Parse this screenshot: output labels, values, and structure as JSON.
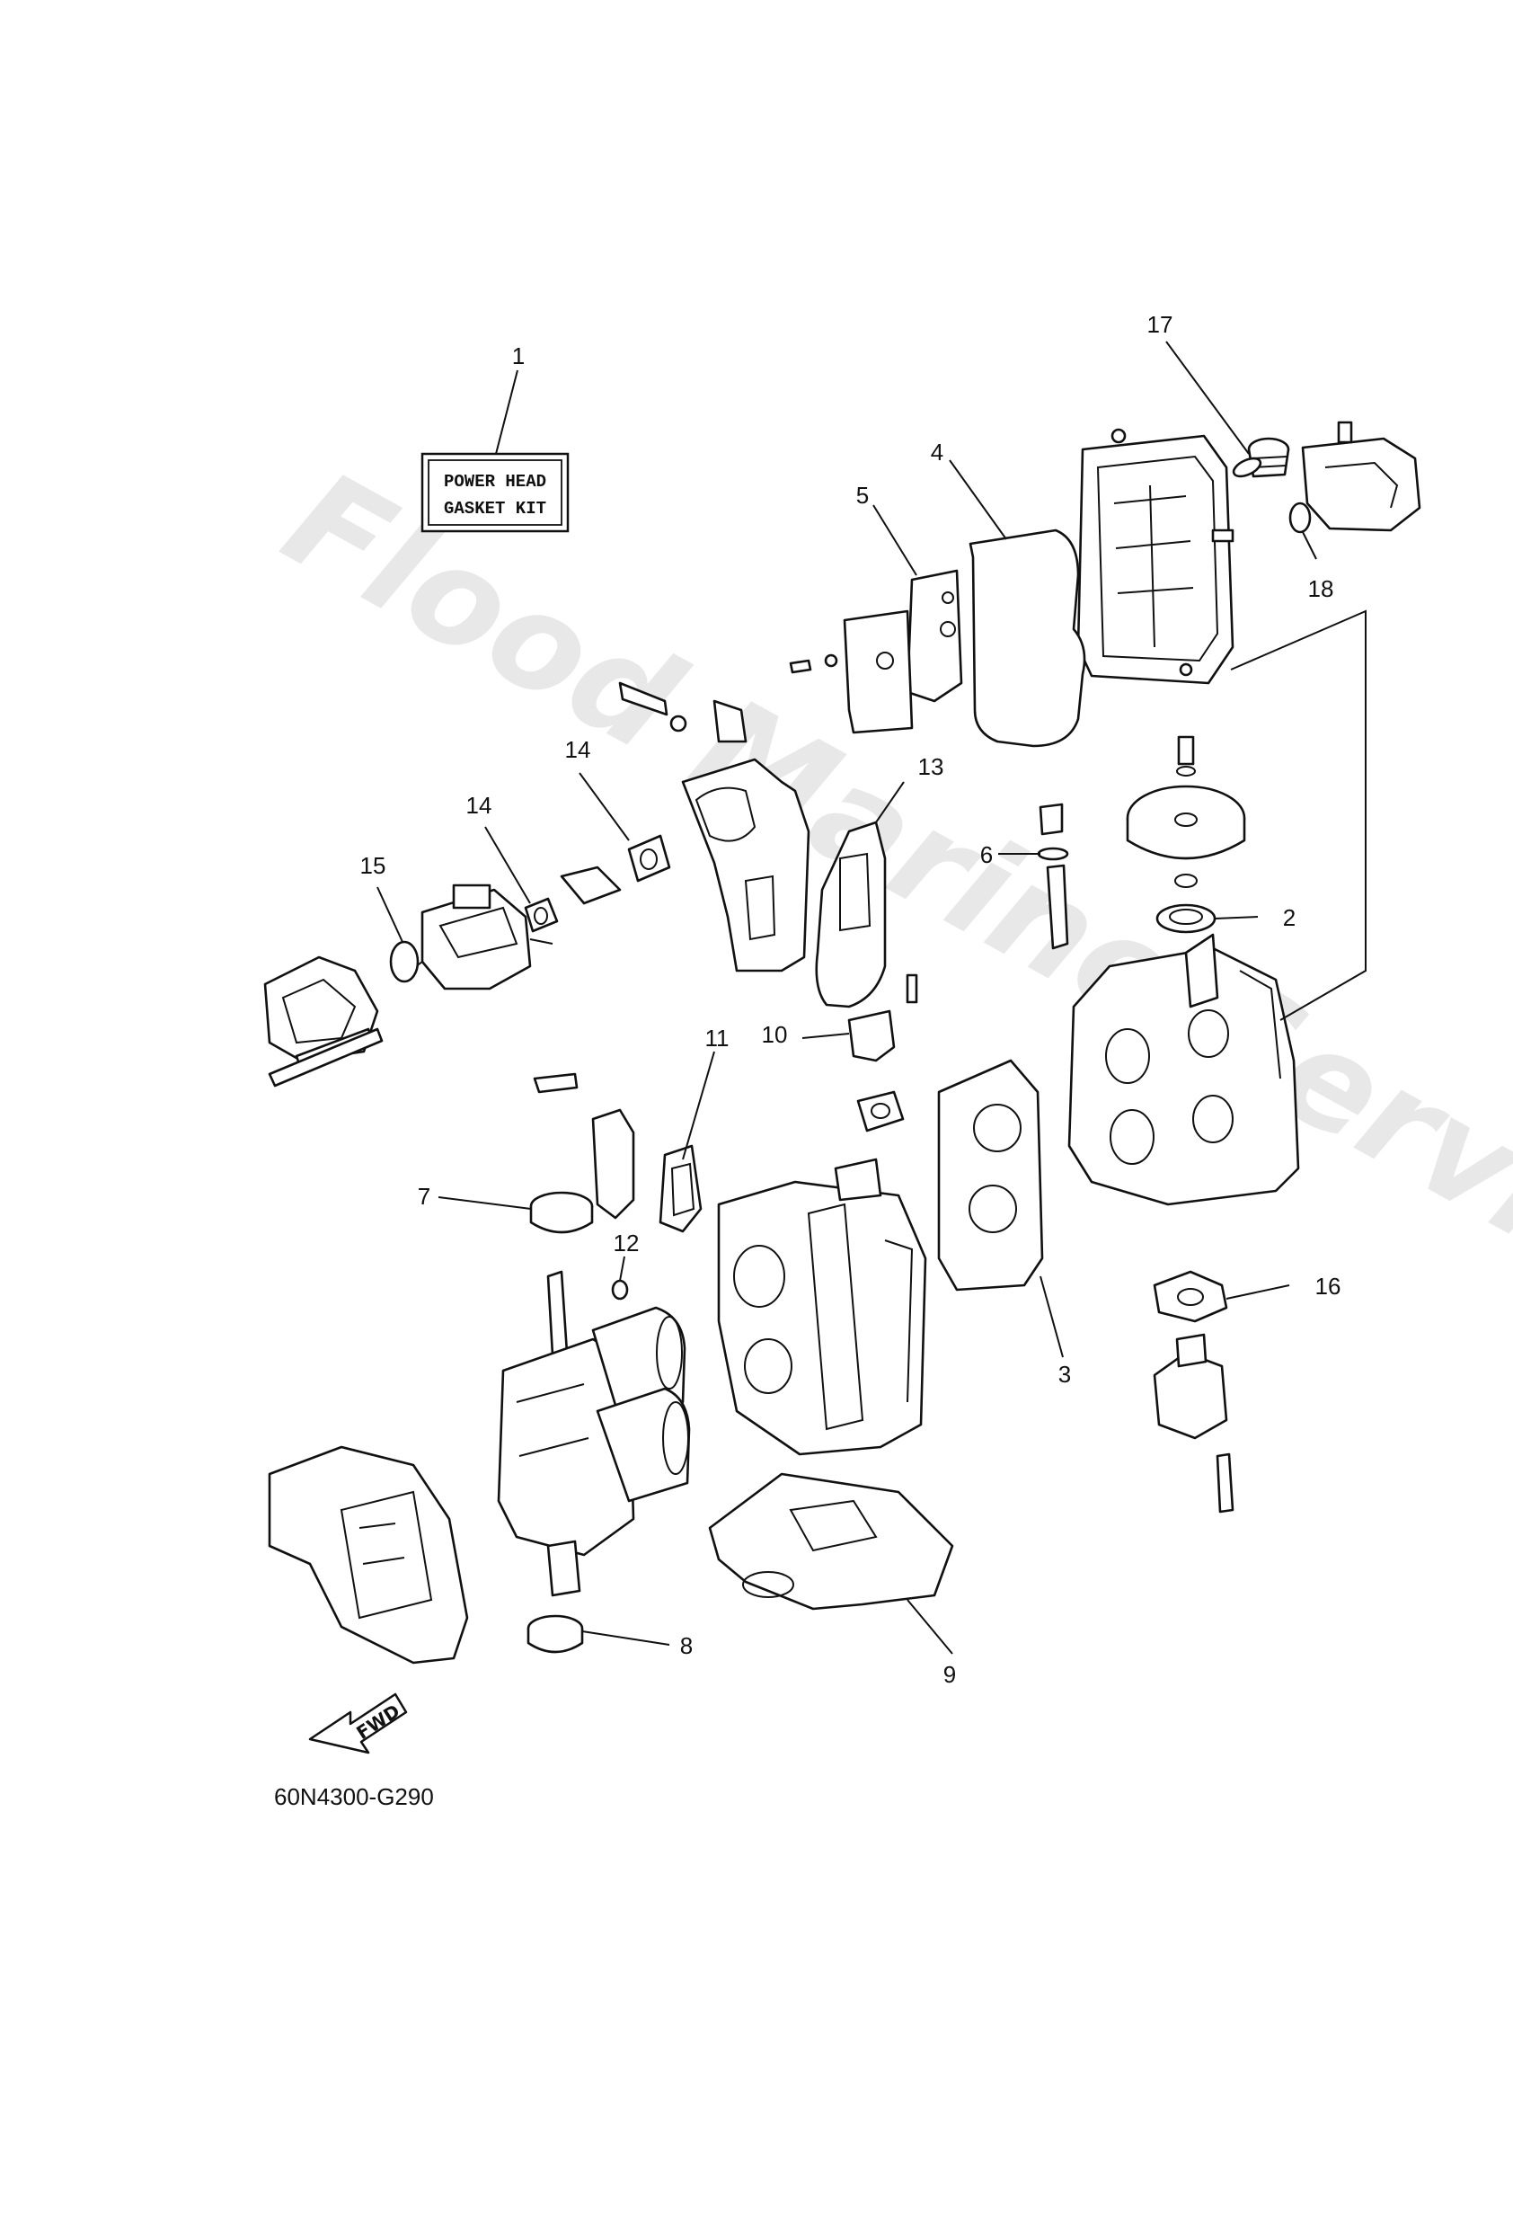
{
  "watermark": "Flood Marine Services",
  "kit_label": {
    "line1": "POWER HEAD",
    "line2": "GASKET KIT"
  },
  "diagram_code": "60N4300-G290",
  "fwd_label": "FWD",
  "callouts": {
    "c1": "1",
    "c2": "2",
    "c3": "3",
    "c4": "4",
    "c5": "5",
    "c6": "6",
    "c7": "7",
    "c8": "8",
    "c9": "9",
    "c10": "10",
    "c11": "11",
    "c12": "12",
    "c13": "13",
    "c14a": "14",
    "c14b": "14",
    "c15": "15",
    "c16": "16",
    "c17": "17",
    "c18": "18"
  }
}
